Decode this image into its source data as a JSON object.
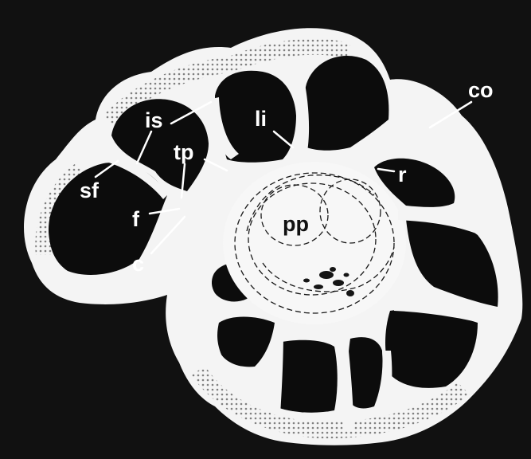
{
  "figure": {
    "background_color": "#111111",
    "specimen_color": "#f4f4f4",
    "label_color": "#ffffff",
    "labels": {
      "is": "is",
      "li": "li",
      "co": "co",
      "tp": "tp",
      "sf": "sf",
      "r": "r",
      "f": "f",
      "pp": "pp",
      "c": "c"
    }
  }
}
